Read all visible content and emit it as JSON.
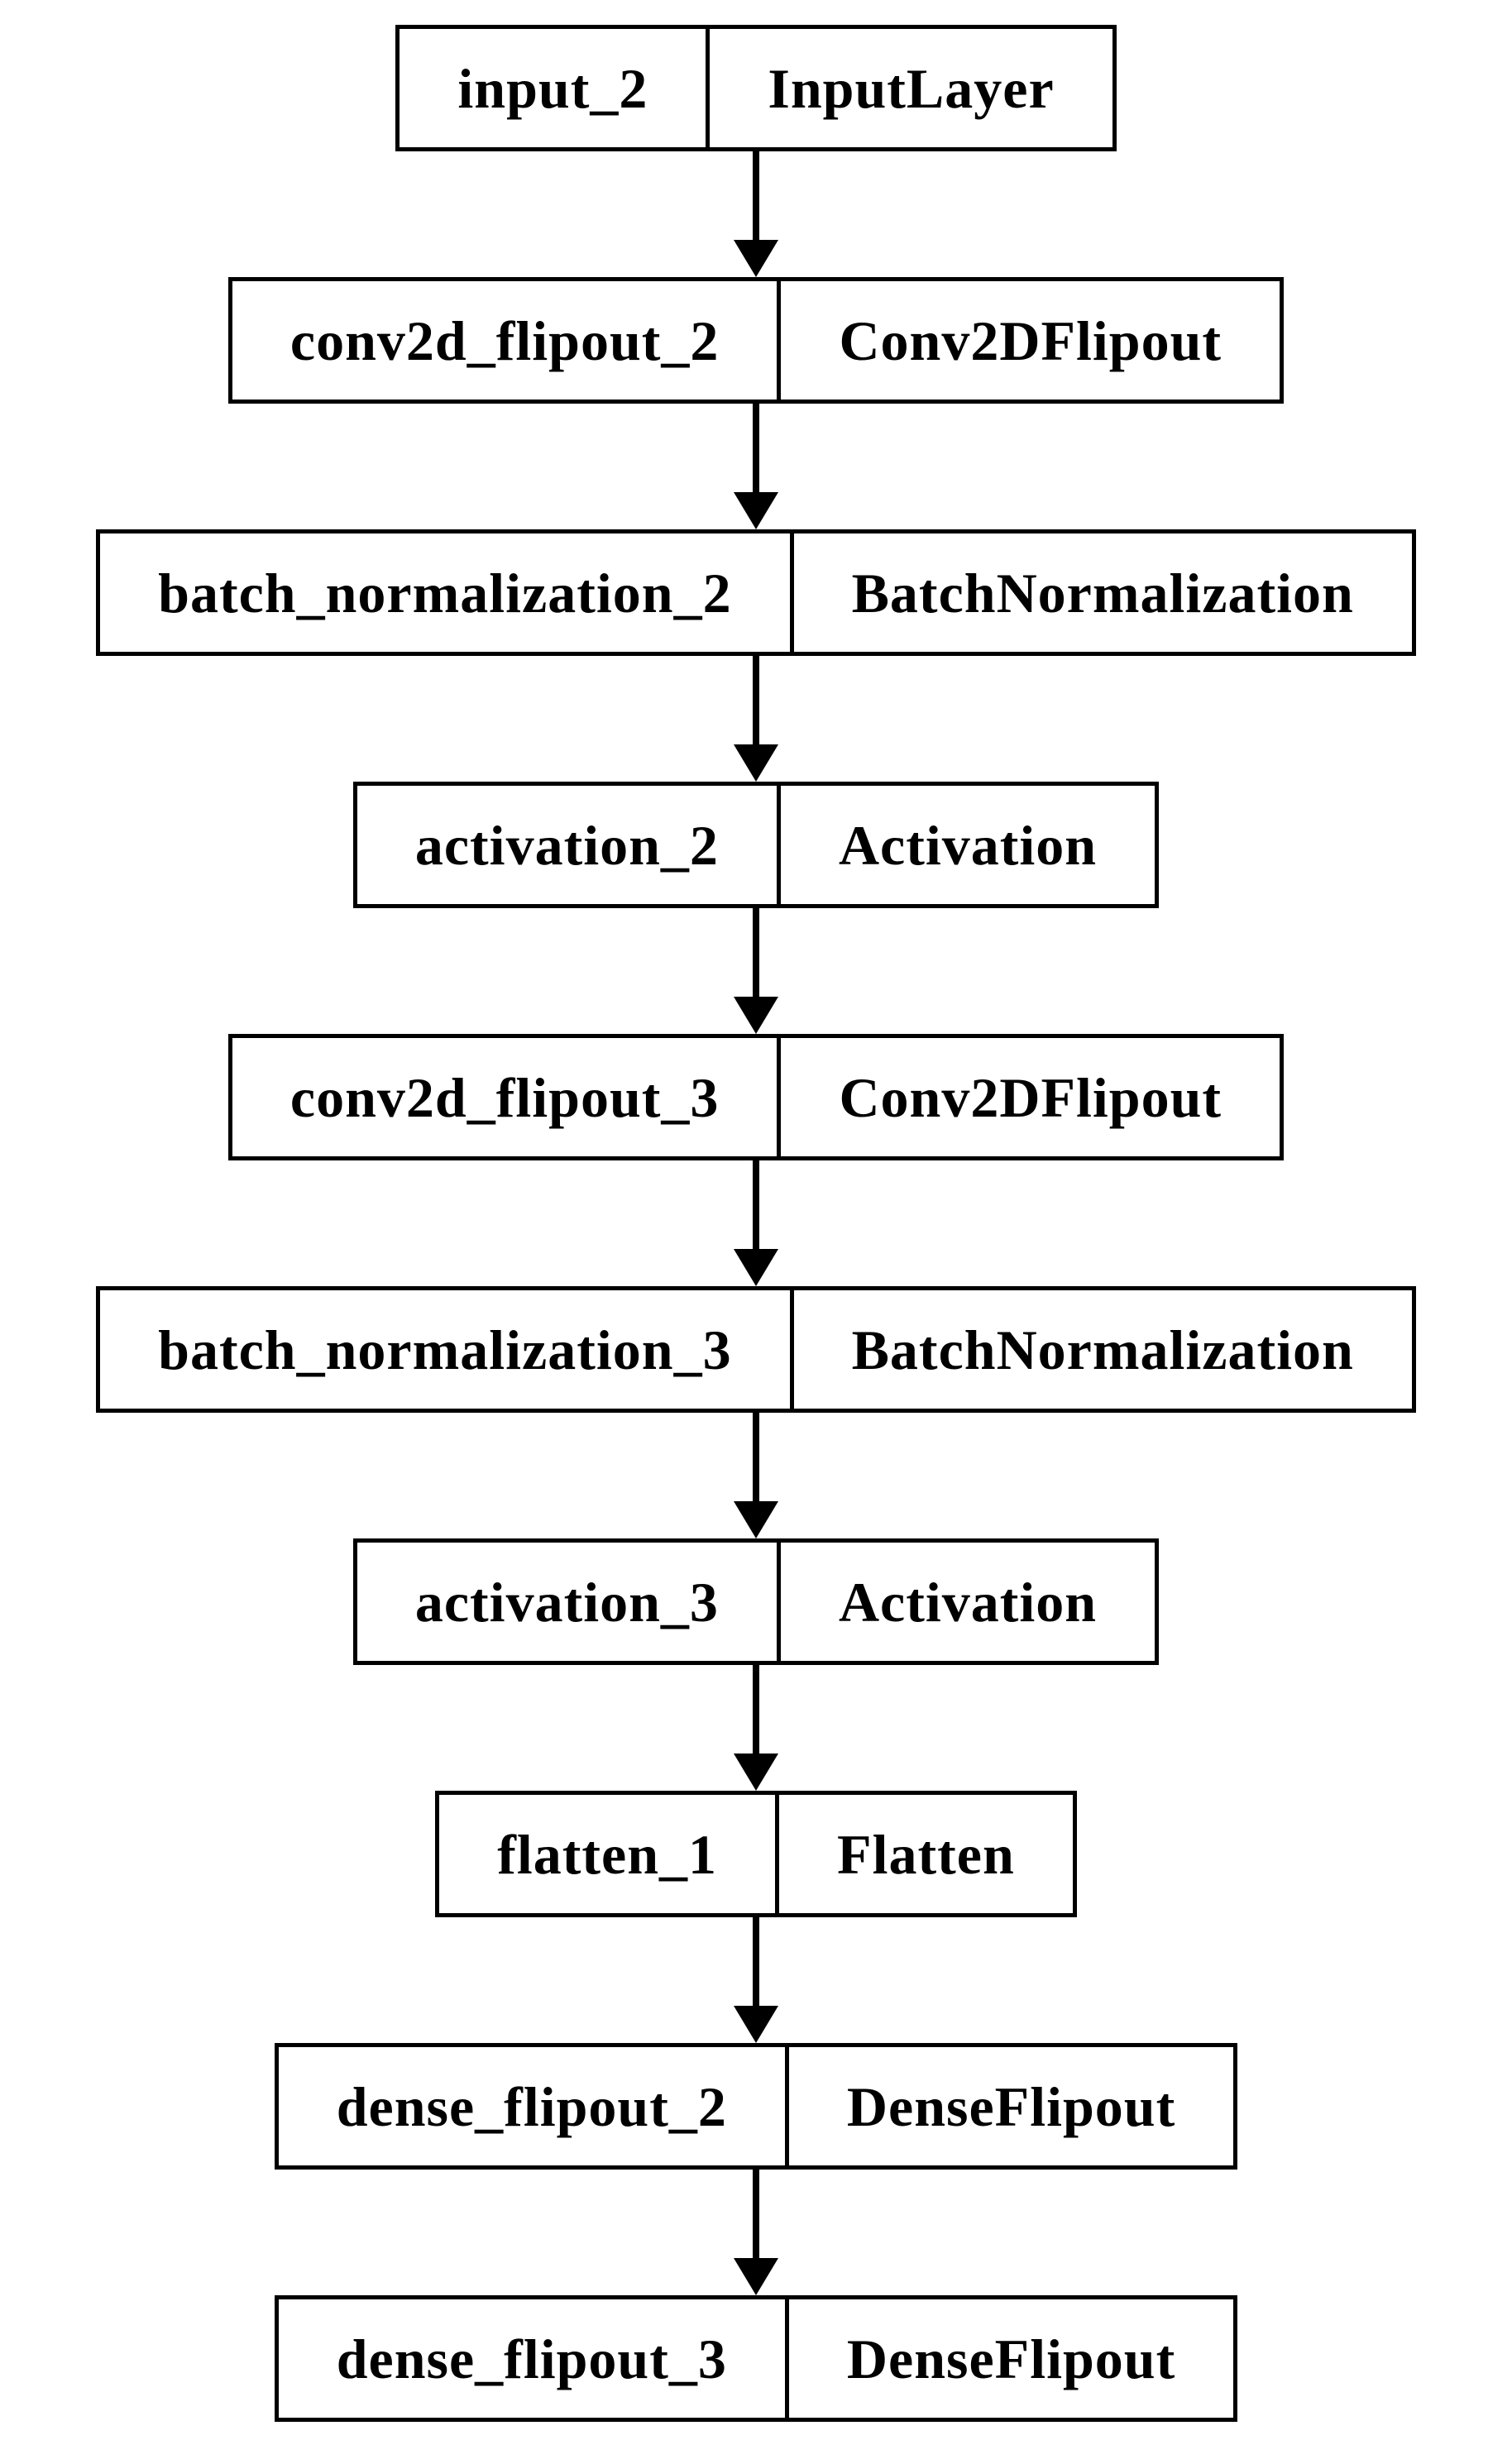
{
  "diagram": {
    "background_color": "#ffffff",
    "node_fill_color": "#ffffff",
    "node_border_color": "#000000",
    "text_color": "#000000",
    "arrow_color": "#000000",
    "layers": [
      {
        "name": "input_2",
        "type": "InputLayer"
      },
      {
        "name": "conv2d_flipout_2",
        "type": "Conv2DFlipout"
      },
      {
        "name": "batch_normalization_2",
        "type": "BatchNormalization"
      },
      {
        "name": "activation_2",
        "type": "Activation"
      },
      {
        "name": "conv2d_flipout_3",
        "type": "Conv2DFlipout"
      },
      {
        "name": "batch_normalization_3",
        "type": "BatchNormalization"
      },
      {
        "name": "activation_3",
        "type": "Activation"
      },
      {
        "name": "flatten_1",
        "type": "Flatten"
      },
      {
        "name": "dense_flipout_2",
        "type": "DenseFlipout"
      },
      {
        "name": "dense_flipout_3",
        "type": "DenseFlipout"
      }
    ]
  }
}
